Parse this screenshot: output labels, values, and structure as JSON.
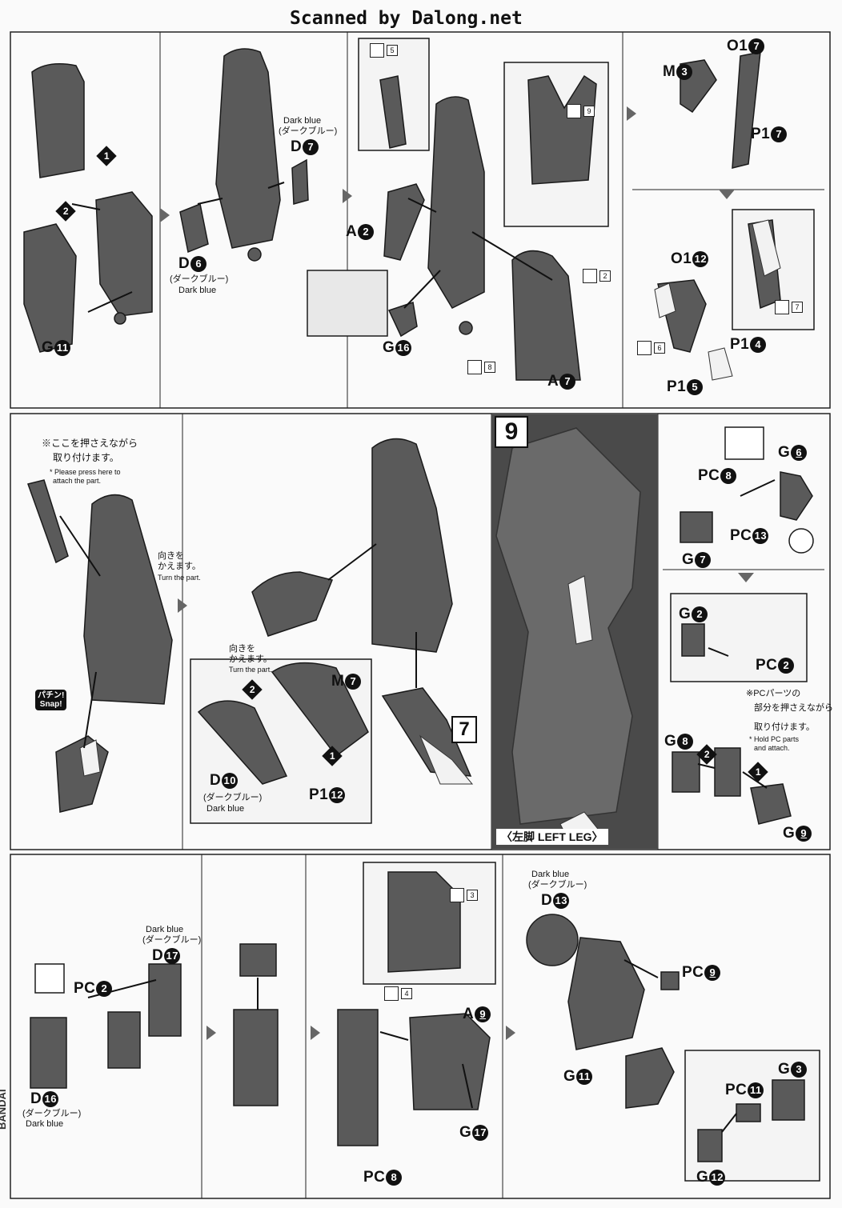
{
  "header": {
    "watermark": "Scanned by Dalong.net"
  },
  "labels": {
    "dark_blue": "Dark blue",
    "dark_blue_jp": "(ダークブルー)",
    "press_here_jp_a": "※ここを押さえながら",
    "press_here_jp_b": "取り付けます。",
    "press_here_en_a": "* Please press here to",
    "press_here_en_b": "attach the part.",
    "turn_jp_a": "向きを",
    "turn_jp_b": "かえます。",
    "turn_en": "Turn the part.",
    "snap_jp": "パチン!",
    "snap_en": "Snap!",
    "pc_hold_jp_a": "※PCパーツの",
    "pc_hold_jp_b": "部分を押さえながら",
    "pc_hold_jp_c": "取り付けます。",
    "pc_hold_en_a": "* Hold PC parts",
    "pc_hold_en_b": "and attach.",
    "left_leg_jp": "〈左脚",
    "left_leg_en": "LEFT LEG〉",
    "step_9": "9",
    "step_7": "7",
    "brand": "BANDAI"
  },
  "steps": {
    "one": "1",
    "two": "2"
  },
  "tags": {
    "t2": "2",
    "t3": "3",
    "t4": "4",
    "t5": "5",
    "t6": "6",
    "t7": "7",
    "t8": "8",
    "t9": "9"
  },
  "parts": {
    "G11": {
      "letter": "G",
      "num": "11"
    },
    "D6": {
      "letter": "D",
      "num": "6"
    },
    "D7": {
      "letter": "D",
      "num": "7"
    },
    "A2": {
      "letter": "A",
      "num": "2"
    },
    "G16": {
      "letter": "G",
      "num": "16"
    },
    "A7": {
      "letter": "A",
      "num": "7"
    },
    "M3": {
      "letter": "M",
      "num": "3"
    },
    "O17": {
      "letter": "O1",
      "num": "7"
    },
    "P17": {
      "letter": "P1",
      "num": "7"
    },
    "O112": {
      "letter": "O1",
      "num": "12"
    },
    "P14": {
      "letter": "P1",
      "num": "4"
    },
    "P15": {
      "letter": "P1",
      "num": "5"
    },
    "M7": {
      "letter": "M",
      "num": "7"
    },
    "D10": {
      "letter": "D",
      "num": "10"
    },
    "P112": {
      "letter": "P1",
      "num": "12"
    },
    "PC8": {
      "letter": "PC",
      "num": "8"
    },
    "G6": {
      "letter": "G",
      "num": "6"
    },
    "PC13": {
      "letter": "PC",
      "num": "13"
    },
    "G7": {
      "letter": "G",
      "num": "7"
    },
    "G2": {
      "letter": "G",
      "num": "2"
    },
    "PC2": {
      "letter": "PC",
      "num": "2"
    },
    "G8": {
      "letter": "G",
      "num": "8"
    },
    "G9": {
      "letter": "G",
      "num": "9"
    },
    "D17": {
      "letter": "D",
      "num": "17"
    },
    "D16": {
      "letter": "D",
      "num": "16"
    },
    "A9": {
      "letter": "A",
      "num": "9"
    },
    "G17": {
      "letter": "G",
      "num": "17"
    },
    "D13": {
      "letter": "D",
      "num": "13"
    },
    "PC9": {
      "letter": "PC",
      "num": "9"
    },
    "G3": {
      "letter": "G",
      "num": "3"
    },
    "PC11": {
      "letter": "PC",
      "num": "11"
    },
    "G12": {
      "letter": "G",
      "num": "12"
    }
  },
  "colors": {
    "part_fill": "#5a5a5a",
    "part_dark": "#3e3e3e",
    "accent_light": "#e8e8e8",
    "photo_bg": "#4a4a4a"
  }
}
